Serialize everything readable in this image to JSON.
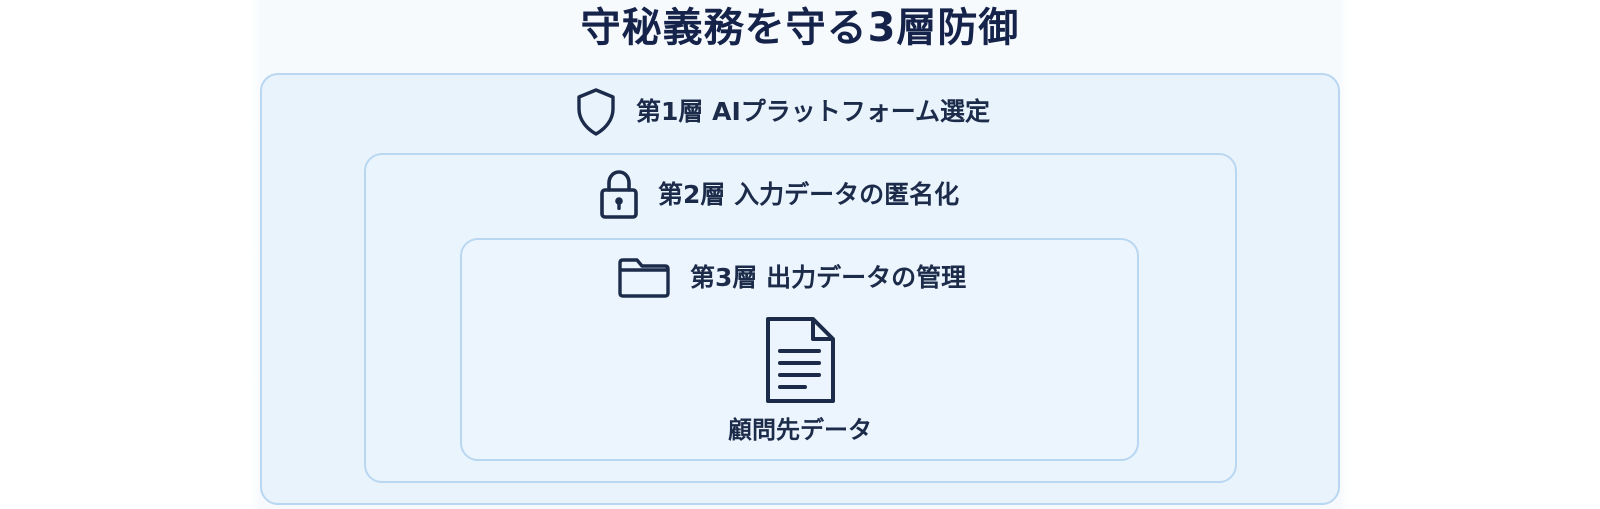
{
  "title": "守秘義務を守る3層防御",
  "layers": [
    {
      "label": "第1層  AIプラットフォーム選定",
      "icon": "shield-icon"
    },
    {
      "label": "第2層  入力データの匿名化",
      "icon": "lock-icon"
    },
    {
      "label": "第3層  出力データの管理",
      "icon": "folder-icon"
    }
  ],
  "center": {
    "label": "顧問先データ",
    "icon": "document-icon"
  },
  "colors": {
    "text": "#1c2b4a",
    "title": "#15234a",
    "border": "#b9d7f1",
    "fill": "#e9f3fc"
  }
}
